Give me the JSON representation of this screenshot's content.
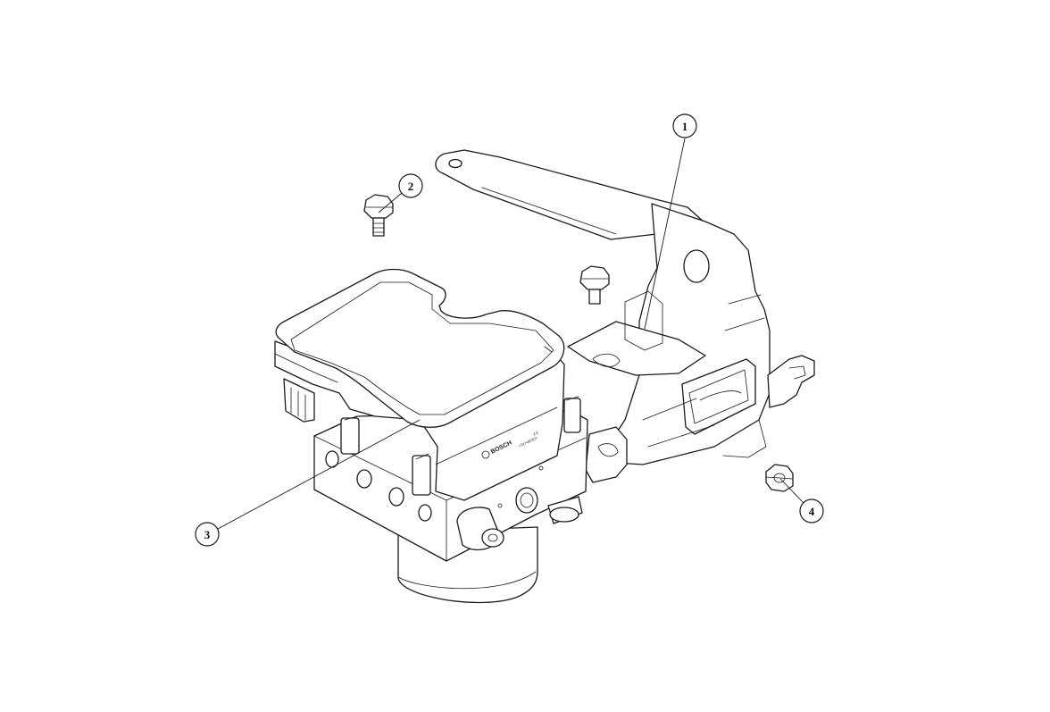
{
  "diagram": {
    "brand_label": "BOSCH",
    "module_marks": [
      "XX",
      "•787•8F82•"
    ],
    "callouts": [
      {
        "number": "1",
        "part": "mounting-bracket"
      },
      {
        "number": "2",
        "part": "flange-bolt"
      },
      {
        "number": "3",
        "part": "hydraulic-control-unit"
      },
      {
        "number": "4",
        "part": "flange-nut"
      }
    ]
  }
}
